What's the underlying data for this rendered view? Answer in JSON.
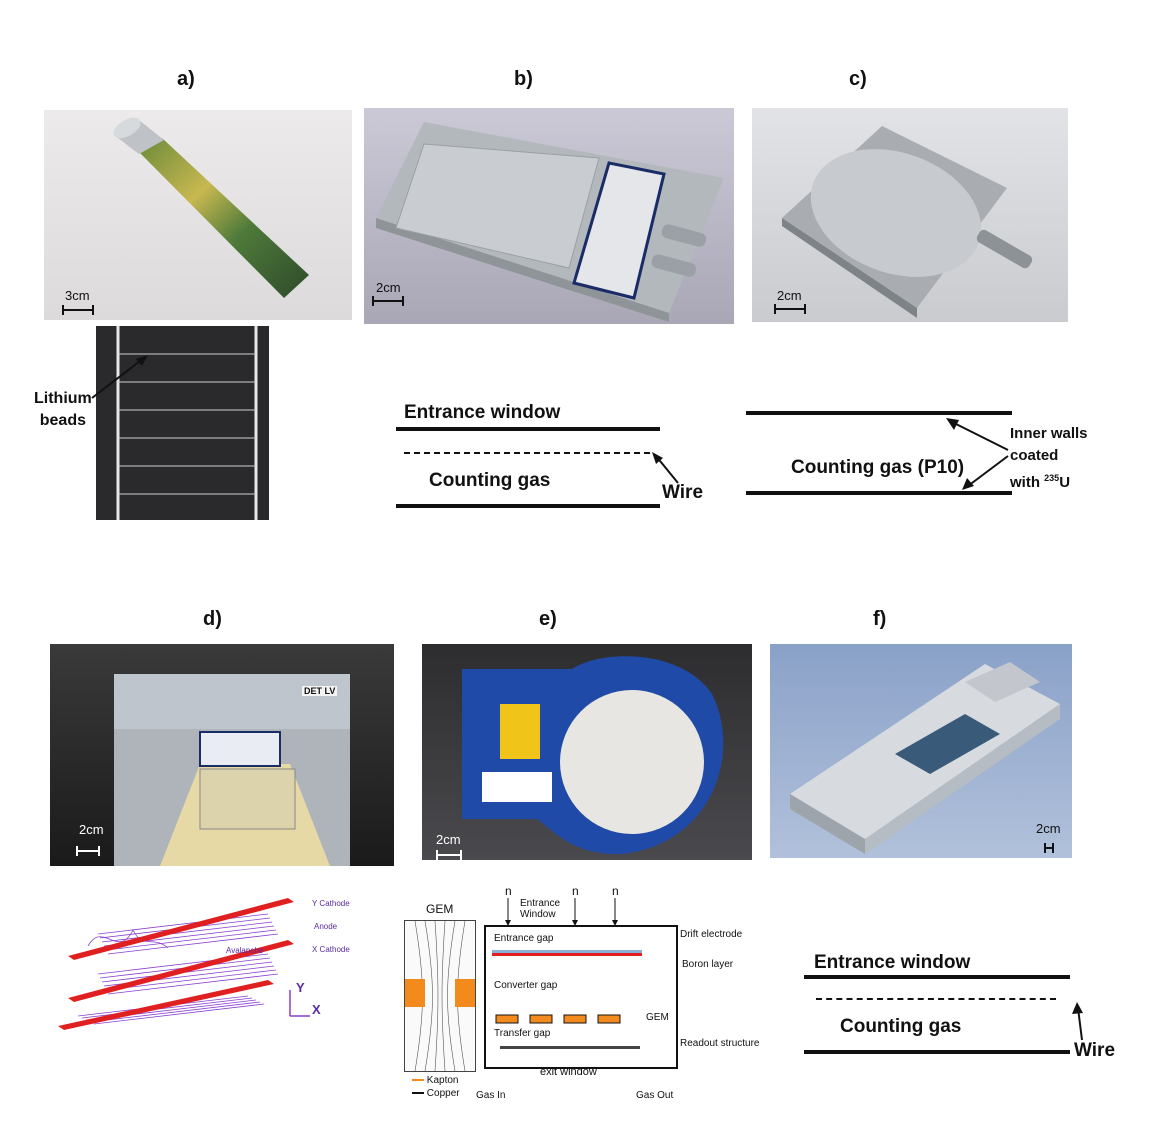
{
  "labels": {
    "a": "a)",
    "b": "b)",
    "c": "c)",
    "d": "d)",
    "e": "e)",
    "f": "f)"
  },
  "scales": {
    "a": "3cm",
    "b": "2cm",
    "c": "2cm",
    "d": "2cm",
    "e": "2cm",
    "f": "2cm"
  },
  "a_beads": {
    "line1": "Lithium",
    "line2": "beads"
  },
  "d_photo": {
    "tag": "DET LV"
  },
  "b_diagram": {
    "window": "Entrance  window",
    "gas": "Counting gas",
    "wire": "Wire"
  },
  "c_diagram": {
    "gas": "Counting gas (P10)",
    "walls1": "Inner walls",
    "walls2": "coated",
    "walls3a": "with ",
    "walls3sup": "235",
    "walls3b": "U"
  },
  "d_diagram": {
    "y_cathode": "Y Cathode",
    "anode": "Anode",
    "x_cathode": "X Cathode",
    "avalanche": "Avalanche",
    "y_axis": "Y",
    "x_axis": "X"
  },
  "e_diagram": {
    "gem_title": "GEM",
    "n": "n",
    "entrance_window": "Entrance",
    "entrance_window2": "Window",
    "entrance_gap": "Entrance gap",
    "converter_gap": "Converter gap",
    "transfer_gap": "Transfer gap",
    "exit_window": "exit window",
    "drift_electrode": "Drift electrode",
    "boron_layer": "Boron layer",
    "gem": "GEM",
    "readout": "Readout structure",
    "kapton": "Kapton",
    "copper": "Copper",
    "gas_in": "Gas In",
    "gas_out": "Gas Out"
  },
  "f_diagram": {
    "window": "Entrance  window",
    "gas": "Counting gas",
    "wire": "Wire"
  },
  "colors": {
    "blue_detector": "#1f4aa8",
    "red_layer": "#e02020",
    "orange_gem": "#f28a1e",
    "purple_wire": "#8a3fd1"
  }
}
